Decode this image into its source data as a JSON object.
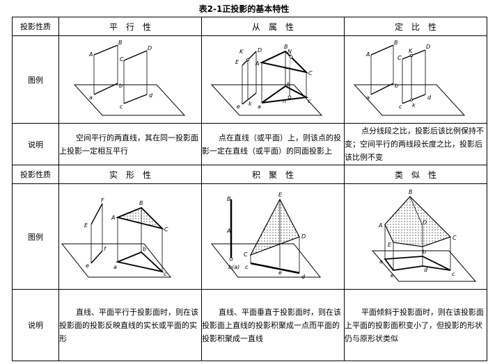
{
  "title": "表2-1正投影的基本特性",
  "sections": [
    {
      "header": [
        "投影性质",
        "平　行　性",
        "从　属　性",
        "定　比　性"
      ],
      "figure_label": "图例",
      "desc_label": "说明",
      "descriptions": [
        "空间平行的两直线，其在同一投影面上投影一定相互平行",
        "点在直线（或平面）上，则该点的投影一定在直线（或平面）的同面投影上",
        "点分线段之比，投影后该比例保持不变；空间平行的两线段长度之比，投影后该比例不变"
      ]
    },
    {
      "header": [
        "投影性质",
        "实　形　性",
        "积　聚　性",
        "类　似　性"
      ],
      "figure_label": "图例",
      "desc_label": "说明",
      "descriptions": [
        "直线、平面平行于投影面时，则在该投影面的投影反映直线的实长或平面的实形",
        "直线、平面垂直于投影面时，则在该投影面上直线的投影积聚成一点而平面的投影积聚成一直线",
        "平面倾斜于投影面时，则在该投影面上平面的投影面积变小了，但投影的形状仍与原形状类似"
      ]
    }
  ],
  "figure_labels": {
    "parallel": [
      "A",
      "B",
      "C",
      "D",
      "a",
      "b",
      "c",
      "d"
    ],
    "membership": [
      "K",
      "D",
      "E",
      "B",
      "N",
      "A",
      "C",
      "k",
      "e",
      "a",
      "n",
      "c",
      "b"
    ],
    "ratio": [
      "A",
      "B",
      "C",
      "K",
      "D",
      "a",
      "b",
      "c",
      "k",
      "d"
    ],
    "true_shape": [
      "F",
      "E",
      "A",
      "B",
      "C",
      "f",
      "e",
      "b",
      "a",
      "c"
    ],
    "accumulation": [
      "B",
      "A",
      "E",
      "D",
      "C",
      "b(a)",
      "c",
      "e",
      "d"
    ],
    "similarity": [
      "B",
      "A",
      "D",
      "C",
      "E",
      "a",
      "b",
      "d",
      "c",
      "e"
    ]
  }
}
